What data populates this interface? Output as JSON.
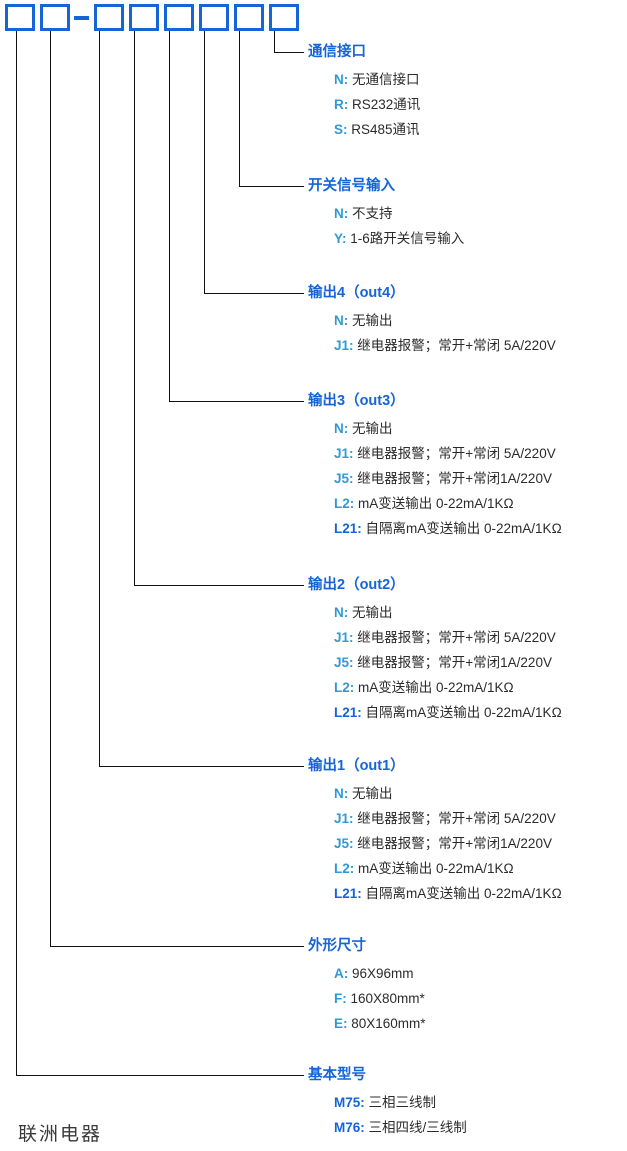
{
  "model_boxes": {
    "count": 8,
    "separator": "–"
  },
  "sections": [
    {
      "id": "communication-interface",
      "title": "通信接口",
      "options": [
        {
          "code": "N:",
          "desc": "无通信接口"
        },
        {
          "code": "R:",
          "desc": "RS232通讯"
        },
        {
          "code": "S:",
          "desc": "RS485通讯"
        }
      ]
    },
    {
      "id": "switch-signal-input",
      "title": "开关信号输入",
      "options": [
        {
          "code": "N:",
          "desc": "不支持"
        },
        {
          "code": "Y:",
          "desc": "1-6路开关信号输入"
        }
      ]
    },
    {
      "id": "output-4",
      "title": "输出4（out4）",
      "options": [
        {
          "code": "N:",
          "desc": "无输出"
        },
        {
          "code": "J1:",
          "desc": "继电器报警；常开+常闭 5A/220V"
        }
      ]
    },
    {
      "id": "output-3",
      "title": "输出3（out3）",
      "options": [
        {
          "code": "N:",
          "desc": "无输出"
        },
        {
          "code": "J1:",
          "desc": "继电器报警；常开+常闭 5A/220V"
        },
        {
          "code": "J5:",
          "desc": "继电器报警；常开+常闭1A/220V"
        },
        {
          "code": "L2:",
          "desc": "mA变送输出 0-22mA/1KΩ"
        },
        {
          "code": "L21:",
          "desc": "自隔离mA变送输出 0-22mA/1KΩ",
          "dark": true
        }
      ]
    },
    {
      "id": "output-2",
      "title": "输出2（out2）",
      "options": [
        {
          "code": "N:",
          "desc": "无输出"
        },
        {
          "code": "J1:",
          "desc": "继电器报警；常开+常闭 5A/220V"
        },
        {
          "code": "J5:",
          "desc": "继电器报警；常开+常闭1A/220V"
        },
        {
          "code": "L2:",
          "desc": "mA变送输出 0-22mA/1KΩ"
        },
        {
          "code": "L21:",
          "desc": "自隔离mA变送输出 0-22mA/1KΩ",
          "dark": true
        }
      ]
    },
    {
      "id": "output-1",
      "title": "输出1（out1）",
      "options": [
        {
          "code": "N:",
          "desc": "无输出"
        },
        {
          "code": "J1:",
          "desc": "继电器报警；常开+常闭 5A/220V"
        },
        {
          "code": "J5:",
          "desc": "继电器报警；常开+常闭1A/220V"
        },
        {
          "code": "L2:",
          "desc": "mA变送输出 0-22mA/1KΩ"
        },
        {
          "code": "L21:",
          "desc": "自隔离mA变送输出 0-22mA/1KΩ",
          "dark": true
        }
      ]
    },
    {
      "id": "dimensions",
      "title": "外形尺寸",
      "options": [
        {
          "code": "A:",
          "desc": "96X96mm"
        },
        {
          "code": "F:",
          "desc": "160X80mm*"
        },
        {
          "code": "E:",
          "desc": "80X160mm*"
        }
      ]
    },
    {
      "id": "basic-model",
      "title": "基本型号",
      "options": [
        {
          "code": "M75:",
          "desc": "三相三线制",
          "dark": true
        },
        {
          "code": "M76:",
          "desc": "三相四线/三线制",
          "dark": true
        }
      ]
    }
  ],
  "footer": {
    "brand": "联洲电器"
  },
  "colors": {
    "box_border": "#1565d8",
    "heading": "#1565d8",
    "code": "#2f9ad9",
    "code_dark": "#1565d8",
    "desc": "#2b2b2b",
    "leader_line": "#111111"
  }
}
